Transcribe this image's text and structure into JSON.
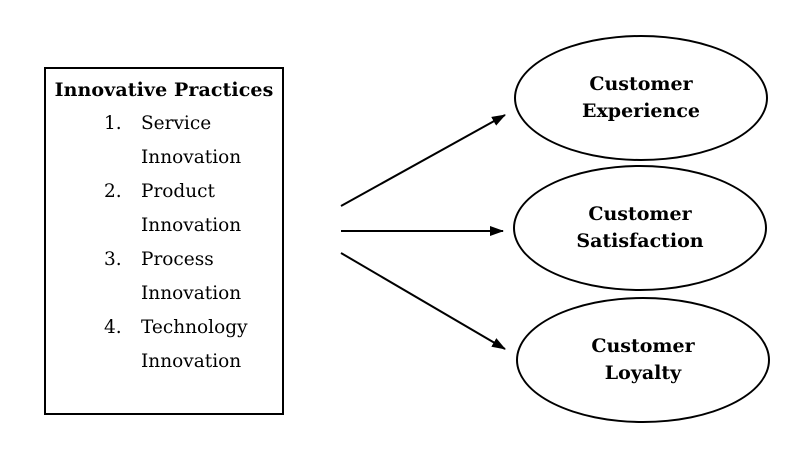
{
  "practices": {
    "title": "Innovative Practices",
    "items": [
      {
        "num": "1.",
        "text": "Service Innovation"
      },
      {
        "num": "2.",
        "text": "Product Innovation"
      },
      {
        "num": "3.",
        "text": "Process Innovation"
      },
      {
        "num": "4.",
        "text": "Technology Innovation"
      }
    ]
  },
  "outcomes": [
    {
      "label": "Customer Experience"
    },
    {
      "label": "Customer Satisfaction"
    },
    {
      "label": "Customer Loyalty"
    }
  ],
  "colors": {
    "stroke": "#000000",
    "background": "#ffffff"
  }
}
